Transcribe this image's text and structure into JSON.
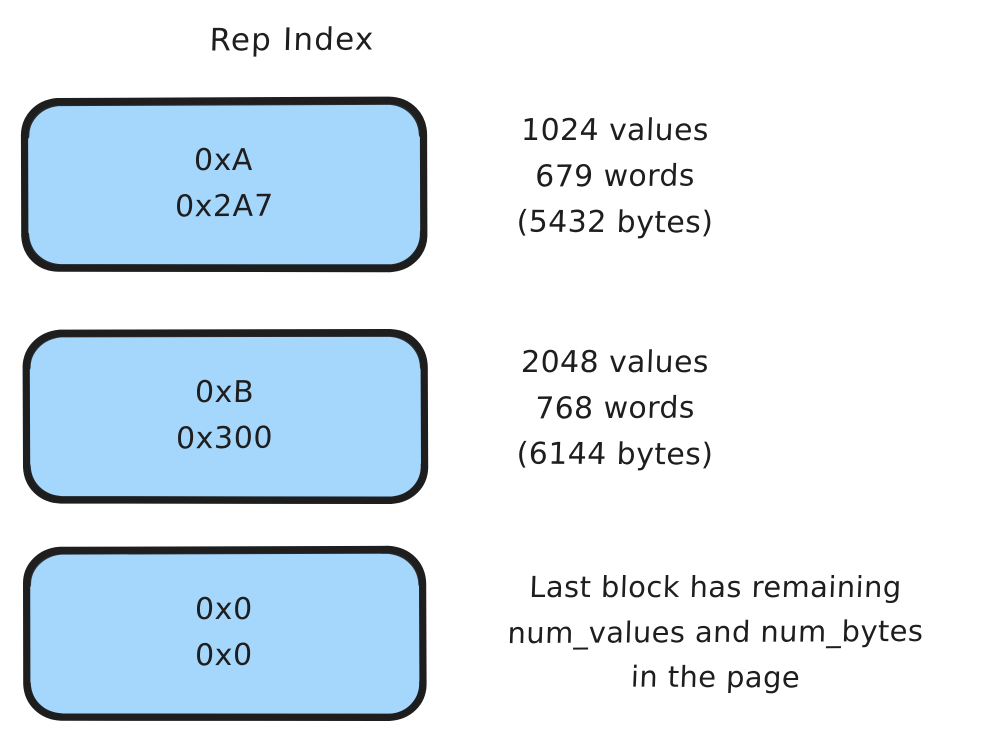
{
  "diagram": {
    "title": "Rep Index",
    "palette": {
      "block_fill": "#a5d6fc",
      "block_stroke": "#1e1e1e",
      "text": "#1e1e1e",
      "background": "#ffffff"
    },
    "blocks": [
      {
        "id": "block-0xA",
        "hex_primary": "0xA",
        "hex_secondary": "0x2A7",
        "annotation": {
          "line1": "1024 values",
          "line2": "679 words",
          "line3": "(5432 bytes)"
        }
      },
      {
        "id": "block-0xB",
        "hex_primary": "0xB",
        "hex_secondary": "0x300",
        "annotation": {
          "line1": "2048 values",
          "line2": "768 words",
          "line3": "(6144 bytes)"
        }
      },
      {
        "id": "block-0x0",
        "hex_primary": "0x0",
        "hex_secondary": "0x0",
        "annotation": {
          "line1": "Last block has remaining",
          "line2": "num_values and num_bytes",
          "line3": "in the page"
        }
      }
    ]
  }
}
